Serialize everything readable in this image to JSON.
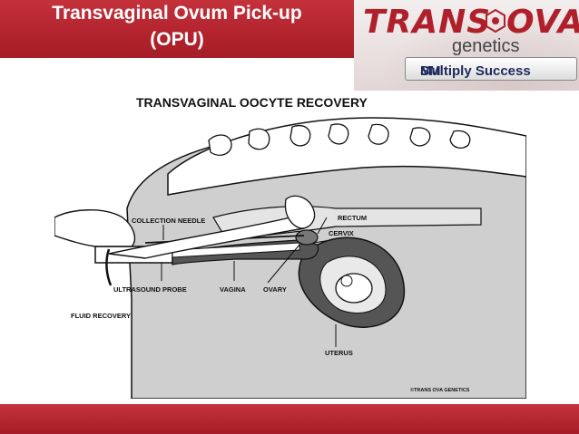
{
  "slide": {
    "title_line1": "Transvaginal Ovum Pick-up",
    "title_line2": "(OPU)"
  },
  "logo": {
    "word_left": "TRANS",
    "word_right": "OVA",
    "subword": "genetics",
    "tagline": "Multiply Success",
    "trademark": "SM"
  },
  "diagram": {
    "title": "TRANSVAGINAL OOCYTE RECOVERY",
    "labels": {
      "collection_needle": "COLLECTION NEEDLE",
      "rectum": "RECTUM",
      "cervix": "CERVIX",
      "ultrasound_probe": "ULTRASOUND PROBE",
      "vagina": "VAGINA",
      "ovary": "OVARY",
      "fluid_recovery": "FLUID RECOVERY",
      "uterus": "UTERUS"
    },
    "copyright": "©TRANS OVA GENETICS"
  },
  "colors": {
    "brand_red": "#b2232d",
    "tagline_navy": "#1d2b5c",
    "body_gray": "#cfcfcf",
    "organ_dark": "#555555"
  }
}
